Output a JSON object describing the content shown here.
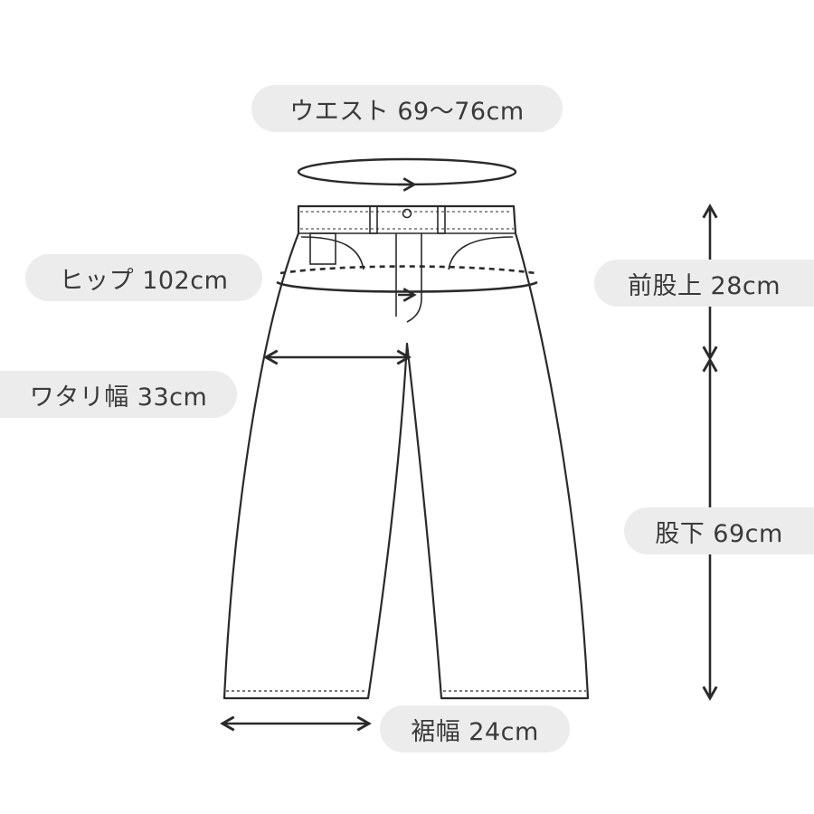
{
  "measurements": {
    "waist": "ウエスト 69〜76cm",
    "hip": "ヒップ 102cm",
    "thigh": "ワタリ幅 33cm",
    "hem": "裾幅 24cm",
    "front_rise": "前股上 28cm",
    "inseam": "股下 69cm"
  },
  "colors": {
    "line": "#2a2a2a",
    "label_bg": "#ececec",
    "label_text": "#3a3a3a"
  }
}
